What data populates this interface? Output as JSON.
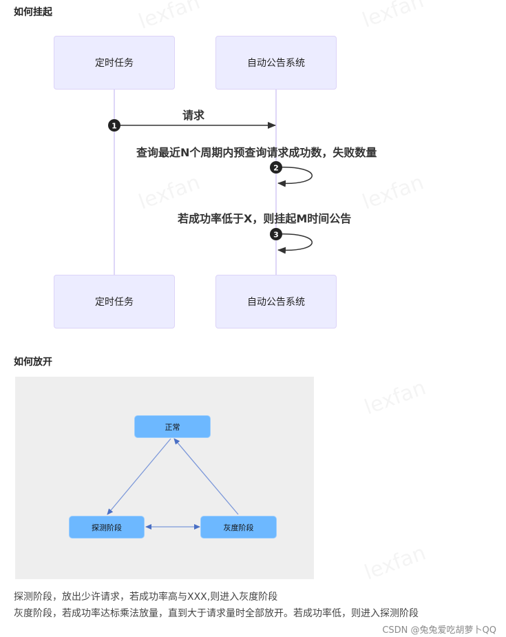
{
  "section_suspend": {
    "title": "如何挂起",
    "actors_top": [
      "定时任务",
      "自动公告系统"
    ],
    "actors_bottom": [
      "定时任务",
      "自动公告系统"
    ],
    "messages": [
      {
        "number": "1",
        "from": "定时任务",
        "to": "自动公告系统",
        "label": "请求"
      },
      {
        "number": "2",
        "from": "自动公告系统",
        "to": "自动公告系统",
        "label": "查询最近N个周期内预查询请求成功数，失败数量"
      },
      {
        "number": "3",
        "from": "自动公告系统",
        "to": "自动公告系统",
        "label": "若成功率低于X，则挂起M时间公告"
      }
    ]
  },
  "section_release": {
    "title": "如何放开",
    "states": {
      "normal": "正常",
      "probe": "探测阶段",
      "gray": "灰度阶段"
    },
    "transitions": [
      {
        "from": "正常",
        "to": "探测阶段"
      },
      {
        "from": "灰度阶段",
        "to": "正常"
      },
      {
        "from": "探测阶段",
        "to": "灰度阶段",
        "bidirectional": true
      }
    ]
  },
  "paragraphs": [
    "探测阶段，放出少许请求，若成功率高与XXX,则进入灰度阶段",
    "灰度阶段，若成功率达标乘法放量，直到大于请求量时全部放开。若成功率低，则进入探测阶段"
  ],
  "watermark": "lexfan",
  "credit": "CSDN @兔兔爱吃胡萝卜QQ",
  "colors": {
    "actor_fill": "#ECECFF",
    "actor_border": "#DCD3F8",
    "lifeline": "#D4C8F5",
    "state_fill": "#6DB8FF",
    "state_bg": "#EEEEEE",
    "edge": "#6F8FD6"
  }
}
